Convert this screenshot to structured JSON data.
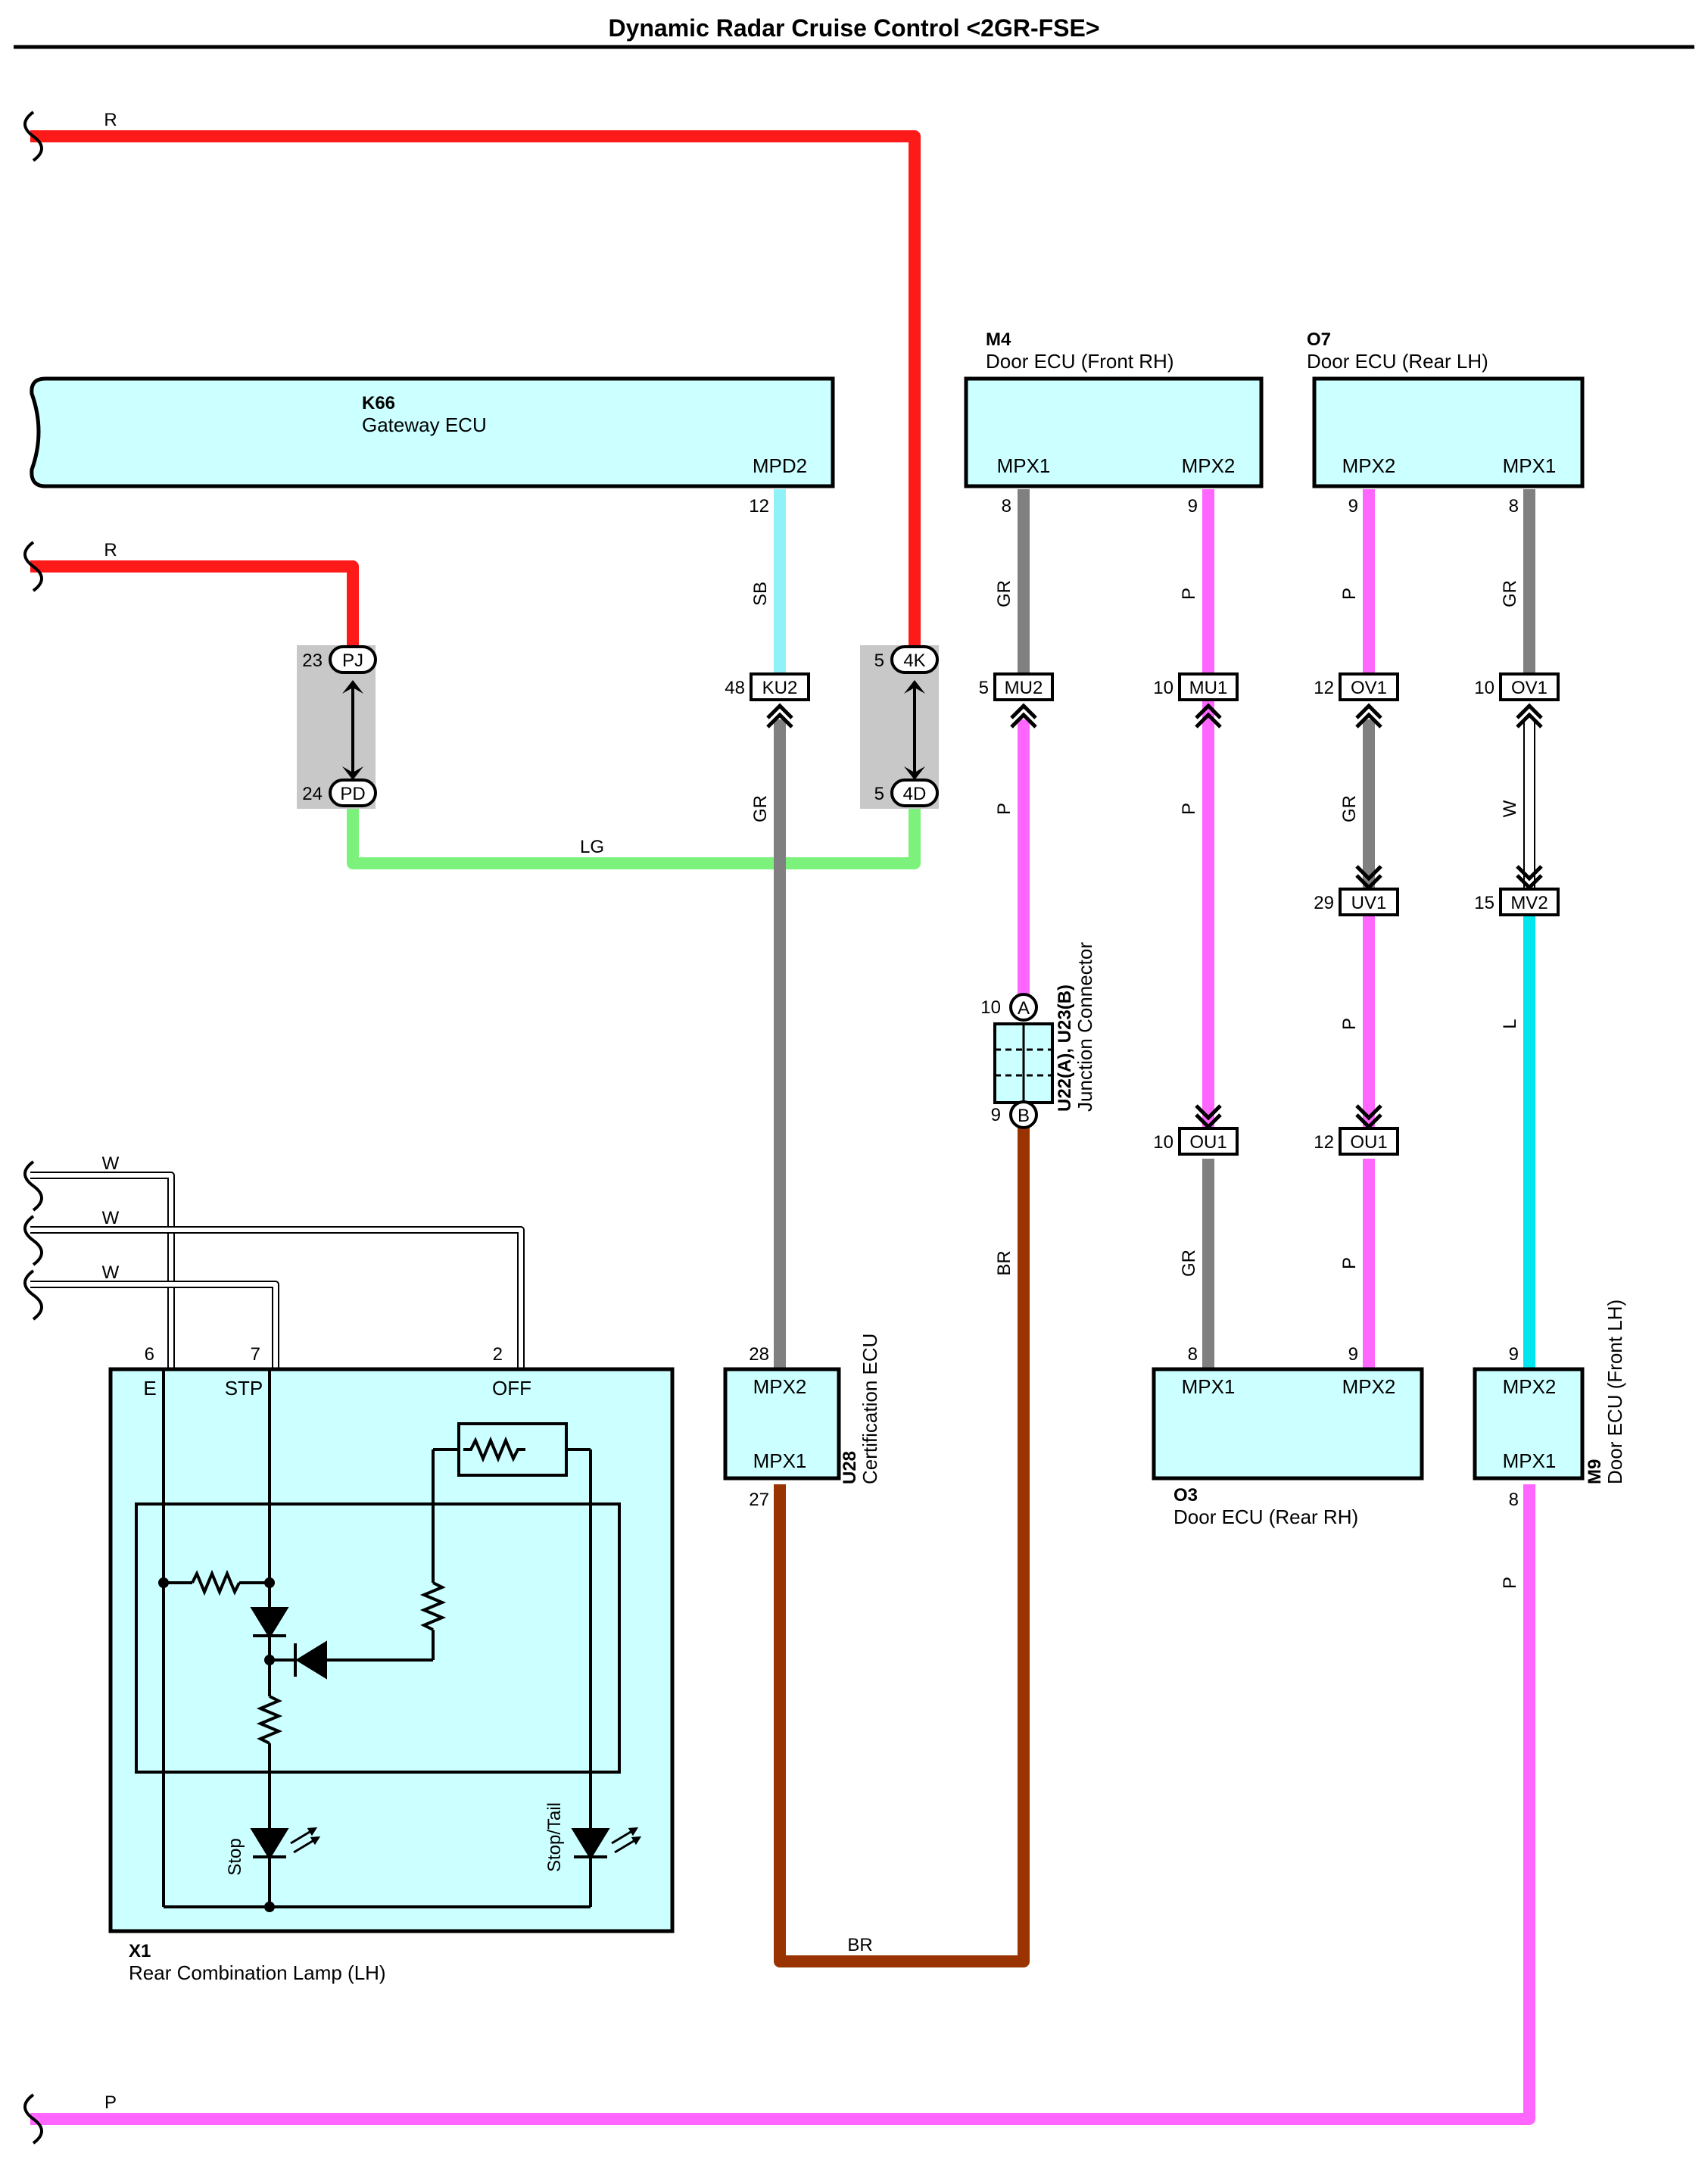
{
  "title": "Dynamic Radar Cruise Control <2GR-FSE>",
  "colors": {
    "R": "#ff1a1a",
    "LG": "#7cf27c",
    "SB": "#8ff2f8",
    "GR": "#808080",
    "P": "#ff66ff",
    "BR": "#993300",
    "L": "#00e5ee",
    "W": "#ffffff",
    "component_fill": "#ccffff",
    "jbox_fill": "#c8c8c8"
  },
  "components": {
    "k66": {
      "code": "K66",
      "name": "Gateway ECU",
      "pin": "MPD2"
    },
    "m4": {
      "code": "M4",
      "name": "Door ECU (Front RH)",
      "pin_left": "MPX1",
      "pin_right": "MPX2"
    },
    "o7": {
      "code": "O7",
      "name": "Door ECU (Rear LH)",
      "pin_left": "MPX2",
      "pin_right": "MPX1"
    },
    "u28": {
      "code": "U28",
      "name": "Certification ECU",
      "pin_top": "MPX2",
      "pin_bottom": "MPX1"
    },
    "o3": {
      "code": "O3",
      "name": "Door ECU (Rear RH)",
      "pin_left": "MPX1",
      "pin_right": "MPX2"
    },
    "m9": {
      "code": "M9",
      "name": "Door ECU (Front LH)",
      "pin_top": "MPX2",
      "pin_bottom": "MPX1"
    },
    "x1": {
      "code": "X1",
      "name": "Rear Combination Lamp (LH)",
      "pin_e": "E",
      "pin_stp": "STP",
      "pin_off": "OFF",
      "led_stop": "Stop",
      "led_stoptail": "Stop/Tail"
    },
    "u22": {
      "code": "U22(A), U23(B)",
      "name": "Junction Connector",
      "a": "A",
      "b": "B"
    }
  },
  "connectors": {
    "pj": "PJ",
    "pd": "PD",
    "k4": "4K",
    "d4": "4D",
    "ku2": "KU2",
    "mu2": "MU2",
    "mu1": "MU1",
    "ov1a": "OV1",
    "ov1b": "OV1",
    "uv1": "UV1",
    "mv2": "MV2",
    "ou1a": "OU1",
    "ou1b": "OU1"
  },
  "pins": {
    "k66_12": "12",
    "m4_8": "8",
    "m4_9": "9",
    "o7_9": "9",
    "o7_8": "8",
    "pj": "23",
    "pd": "24",
    "k4": "5",
    "d4": "5",
    "ku2": "48",
    "mu2": "5",
    "mu1": "10",
    "ov1a": "12",
    "ov1b": "10",
    "uv1": "29",
    "mv2": "15",
    "ou1a": "10",
    "ou1b": "12",
    "u22a": "10",
    "u23b": "9",
    "u28_28": "28",
    "u28_27": "27",
    "o3_8": "8",
    "o3_9": "9",
    "m9_9": "9",
    "m9_8": "8",
    "x1_6": "6",
    "x1_7": "7",
    "x1_2": "2"
  },
  "wires": {
    "r_top": "R",
    "r_mid": "R",
    "lg": "LG",
    "sb": "SB",
    "gr_m4": "GR",
    "p_m4": "P",
    "p_o7": "P",
    "gr_o7": "GR",
    "gr_ku2": "GR",
    "p_mu2": "P",
    "p_mu1": "P",
    "gr_ov1": "GR",
    "w_ov1": "W",
    "p_uv1": "P",
    "l_mv2": "L",
    "br_u23": "BR",
    "gr_ou1": "GR",
    "p_ou1": "P",
    "p_m9": "P",
    "br_bottom": "BR",
    "p_bottom": "P",
    "w1": "W",
    "w2": "W",
    "w3": "W"
  }
}
